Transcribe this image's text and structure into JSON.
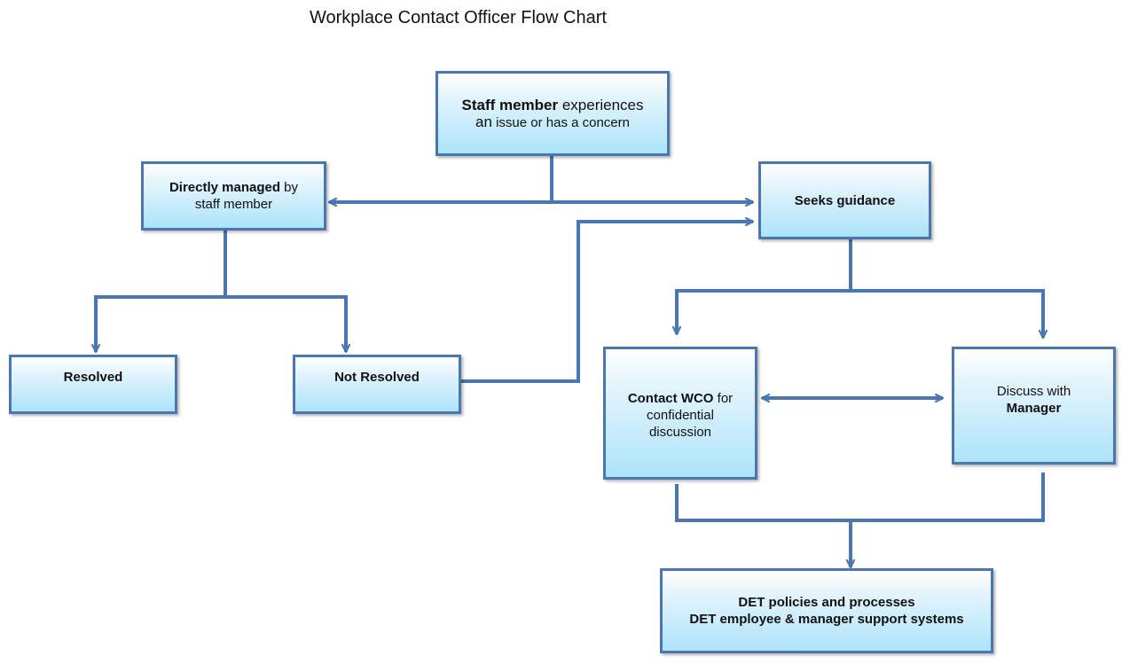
{
  "title": "Workplace Contact Officer Flow Chart",
  "colors": {
    "connector": "#4a76b1",
    "box_border": "#4a76b1",
    "box_fill_top": "#ffffff",
    "box_fill_bottom": "#ade3fa"
  },
  "nodes": {
    "staff_member": {
      "line1_bold": "Staff member",
      "line1_rest": " experiences",
      "line2_bold": "an",
      "line2_rest": " issue or has a concern"
    },
    "directly_managed": {
      "line1_bold": "Directly managed",
      "line1_rest": " by",
      "line2": "staff member"
    },
    "seeks_guidance": {
      "label": "Seeks guidance"
    },
    "resolved": {
      "label": "Resolved"
    },
    "not_resolved": {
      "label": "Not Resolved"
    },
    "contact_wco": {
      "line1_bold": "Contact WCO",
      "line1_rest": " for",
      "line2": "confidential",
      "line3": "discussion"
    },
    "discuss_manager": {
      "line1": "Discuss with",
      "line2_bold": "Manager"
    },
    "det_policies": {
      "line1": "DET policies and processes",
      "line2": "DET employee & manager support systems"
    }
  }
}
